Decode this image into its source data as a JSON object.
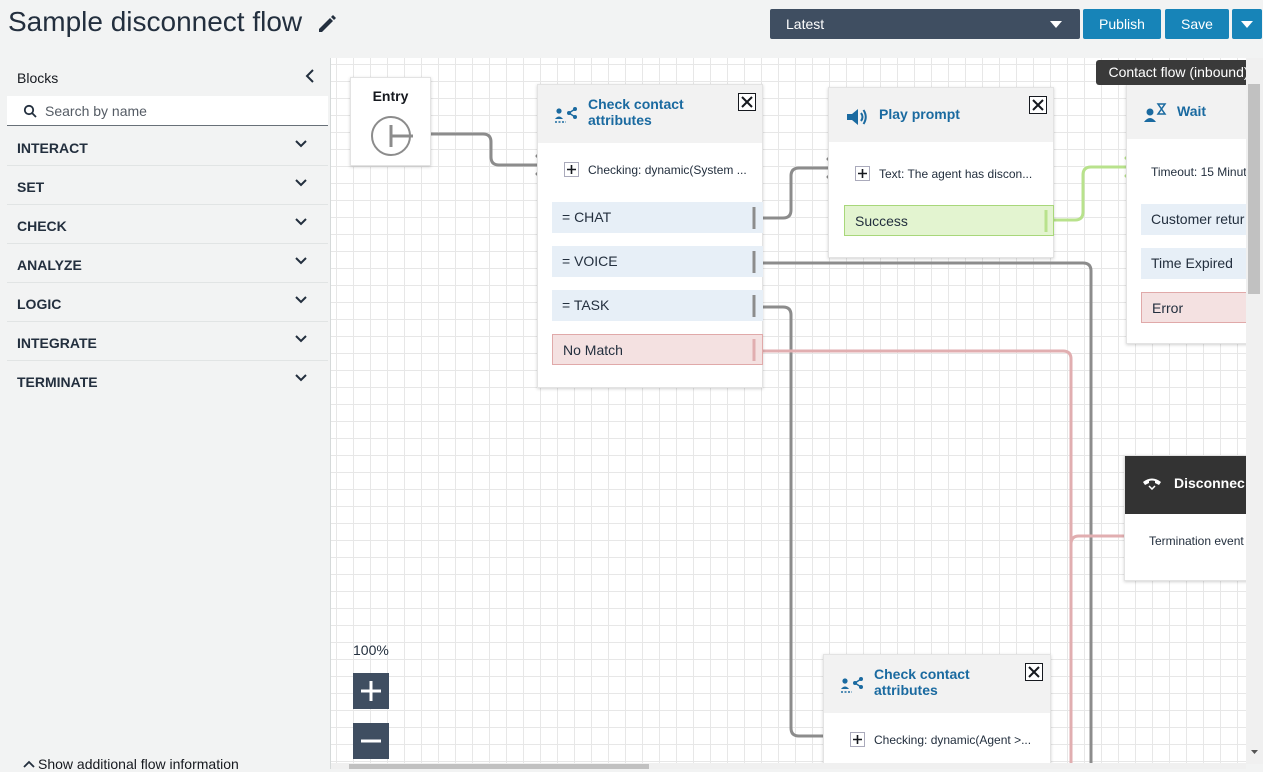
{
  "header": {
    "title": "Sample disconnect flow",
    "version_label": "Latest",
    "publish_label": "Publish",
    "save_label": "Save"
  },
  "sidebar": {
    "blocks_label": "Blocks",
    "search_placeholder": "Search by name",
    "categories": [
      "INTERACT",
      "SET",
      "CHECK",
      "ANALYZE",
      "LOGIC",
      "INTEGRATE",
      "TERMINATE"
    ],
    "footer_link": "Show additional flow information"
  },
  "canvas": {
    "tooltip": "Contact flow (inbound)",
    "zoom": "100%",
    "entry": {
      "title": "Entry"
    },
    "check_block": {
      "title": "Check contact attributes",
      "subtitle": "Checking: dynamic(System ...",
      "branches": [
        "= CHAT",
        "= VOICE",
        "= TASK",
        "No Match"
      ]
    },
    "play_block": {
      "title": "Play prompt",
      "subtitle": "Text: The agent has discon...",
      "branches": [
        "Success"
      ]
    },
    "wait_block": {
      "title": "Wait",
      "subtitle": "Timeout: 15 Minut",
      "branches": [
        "Customer retur",
        "Time Expired",
        "Error"
      ]
    },
    "disconnect_block": {
      "title": "Disconnec",
      "subtitle": "Termination event"
    },
    "check_block_2": {
      "title": "Check contact attributes",
      "subtitle": "Checking: dynamic(Agent >..."
    }
  },
  "colors": {
    "header_select": "#3f4e61",
    "primary_button": "#1784b8",
    "connector_gray": "#8c8c8c",
    "connector_green": "#b8e28c",
    "connector_red": "#e1aeb0",
    "block_title": "#1a6aa0"
  }
}
